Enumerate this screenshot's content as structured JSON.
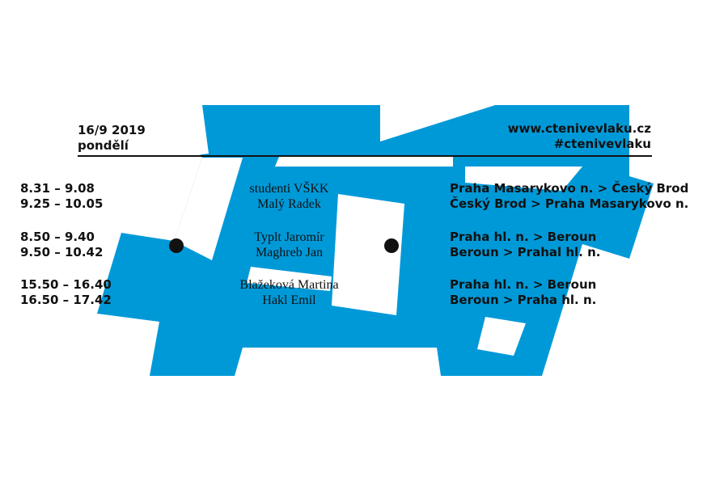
{
  "header": {
    "date": "16/9 2019",
    "day": "pondělí",
    "website": "www.ctenivevlaku.cz",
    "hashtag": "#ctenivevlaku"
  },
  "schedule": [
    {
      "times": [
        "8.31 – 9.08",
        "9.25 – 10.05"
      ],
      "names": [
        "studenti VŠKK",
        "Malý Radek"
      ],
      "routes": [
        "Praha Masarykovo n. > Český Brod",
        "Český Brod > Praha Masarykovo n."
      ]
    },
    {
      "times": [
        "8.50 – 9.40",
        "9.50 – 10.42"
      ],
      "names": [
        "Typlt Jaromír",
        "Maghreb Jan"
      ],
      "routes": [
        "Praha hl. n. > Beroun",
        "Beroun > Prahal hl. n."
      ]
    },
    {
      "times": [
        "15.50 – 16.40",
        "16.50 – 17.42"
      ],
      "names": [
        "Blažeková Martina",
        "Hakl Emil"
      ],
      "routes": [
        "Praha hl. n. > Beroun",
        "Beroun > Praha hl. n."
      ]
    }
  ],
  "colors": {
    "accent": "#0099d8",
    "text": "#111111",
    "background": "#ffffff"
  }
}
